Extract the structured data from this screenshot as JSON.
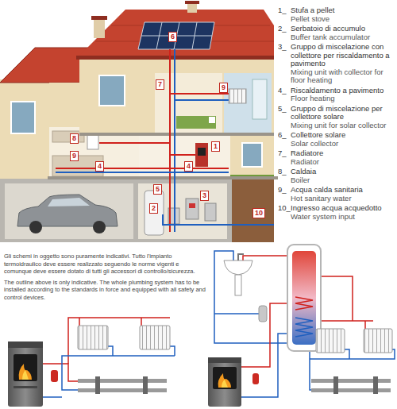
{
  "diagram": {
    "labels": [
      "6",
      "7",
      "9",
      "8",
      "9",
      "1",
      "4",
      "4",
      "5",
      "2",
      "3",
      "10",
      "1_",
      "Stufa a pellet",
      "Pellet stove",
      "2_",
      "Serbatoio di accumulo",
      "Buffer tank accumulator",
      "3_",
      "Gruppo di miscelazione con collettore per riscaldamento a pavimento",
      "Mixing unit with collector for floor heating",
      "4_",
      "Riscaldamento a pavimento",
      "Floor heating",
      "5_",
      "Gruppo di miscelazione per collettore solare",
      "Mixing unit for solar collector",
      "6_",
      "Collettore solare",
      "Solar collector",
      "7_",
      "Radiatore",
      "Radiator",
      "8_",
      "Caldaia",
      "Boiler",
      "9_",
      "Acqua calda sanitaria",
      "Hot sanitary water",
      "10_",
      "Ingresso acqua acquedotto",
      "Water system input",
      "Gli schemi in oggetto sono puramente indicativi. Tutto l'impianto termoidraulico deve essere realizzato seguendo le norme vigenti e comunque deve essere dotato di tutti gli accessori di controllo/sicurezza.",
      "The outline above is only indicative. The whole plumbing system has to be installed according to the standards in force and equipped with all safety and control devices."
    ]
  }
}
